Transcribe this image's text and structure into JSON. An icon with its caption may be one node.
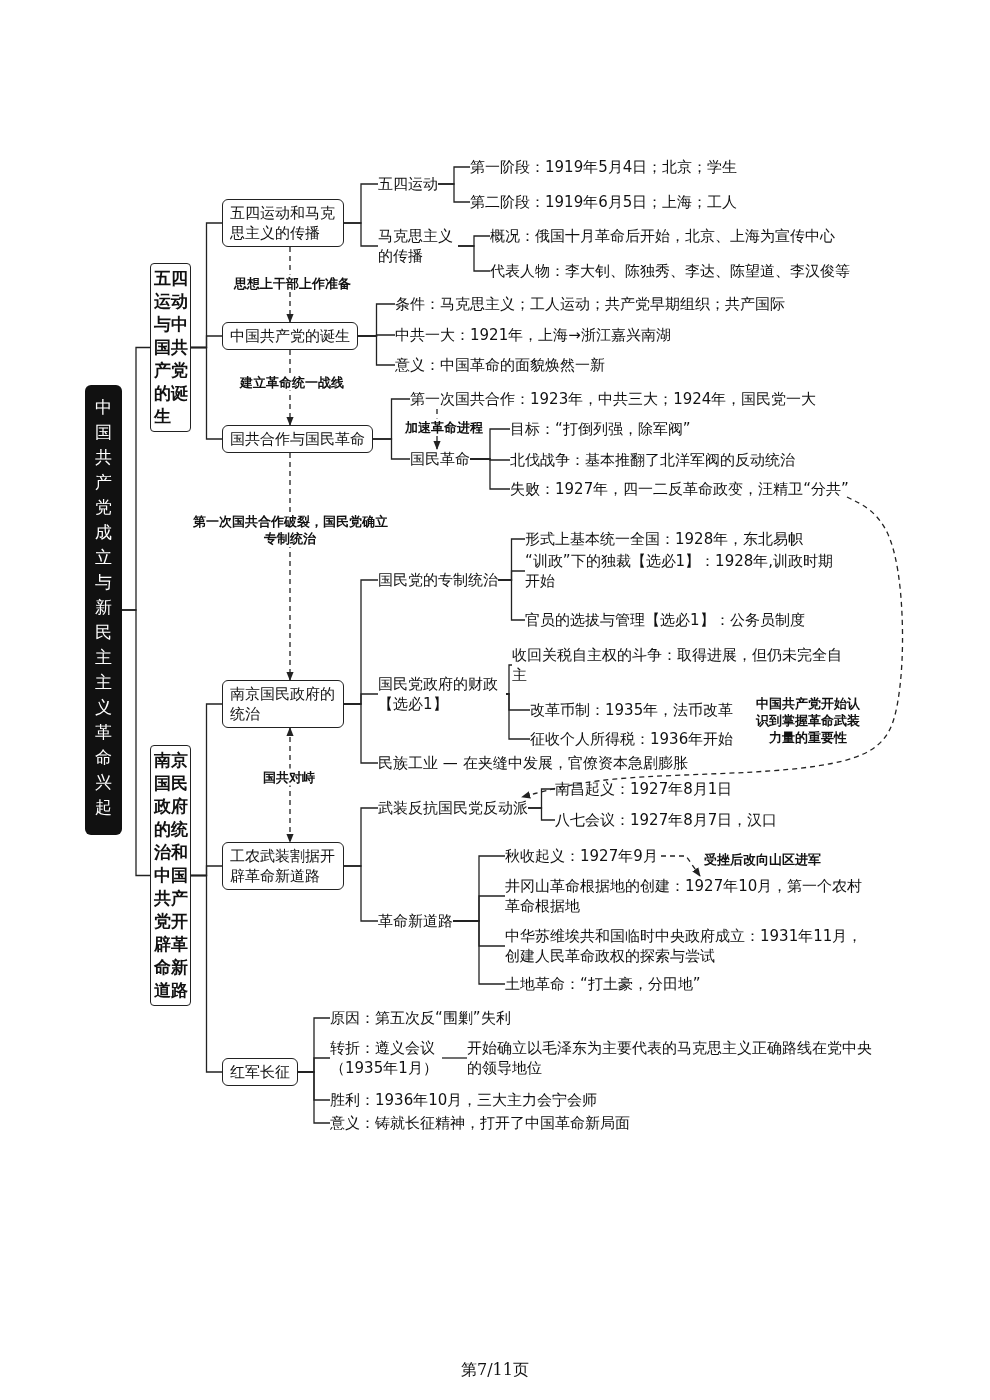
{
  "diagram": {
    "nodes": [
      {
        "text": [
          "中国共产党成立与新民主主义革命兴起"
        ]
      },
      {
        "text": [
          "五四运动与中国共产党的诞生"
        ]
      },
      {
        "text": [
          "五四运动和马克思主义的传播"
        ]
      },
      {
        "text": [
          "五四运动"
        ]
      },
      {
        "text": [
          "第一阶段：1919年5月4日；北京；学生"
        ]
      },
      {
        "text": [
          "第二阶段：1919年6月5日；上海；工人"
        ]
      },
      {
        "text": [
          "马克思主义的传播"
        ]
      },
      {
        "text": [
          "概况：俄国十月革命后开始，北京、上海为宣传中心"
        ]
      },
      {
        "text": [
          "代表人物：李大钊、陈独秀、李达、陈望道、李汉俊等"
        ]
      },
      {
        "text": [
          "中国共产党的诞生"
        ]
      },
      {
        "text": [
          "条件：马克思主义；工人运动；共产党早期组织；共产国际"
        ]
      },
      {
        "text": [
          "中共一大：1921年，上海→浙江嘉兴南湖"
        ]
      },
      {
        "text": [
          "意义：中国革命的面貌焕然一新"
        ]
      },
      {
        "text": [
          "国共合作与国民革命"
        ]
      },
      {
        "text": [
          "第一次国共合作：1923年，中共三大；1924年，国民党一大"
        ]
      },
      {
        "text": [
          "国民革命"
        ]
      },
      {
        "text": [
          "目标：“打倒列强，除军阀”"
        ]
      },
      {
        "text": [
          "北伐战争：基本推翻了北洋军阀的反动统治"
        ]
      },
      {
        "text": [
          "失败：1927年，四一二反革命政变，汪精卫“分共”"
        ]
      },
      {
        "text": [
          "南京国民政府的统治和中国共产党开辟革命新道路"
        ]
      },
      {
        "text": [
          "南京国民政府的统治"
        ]
      },
      {
        "text": [
          "国民党的专制统治"
        ]
      },
      {
        "text": [
          "形式上基本统一全国：1928年，东北易帜"
        ]
      },
      {
        "text": [
          "“训政”下的独裁【选必1】：1928年,训政时期开始"
        ]
      },
      {
        "text": [
          "官员的选拔与管理【选必1】：公务员制度"
        ]
      },
      {
        "text": [
          "国民党政府的财政【选必1】"
        ]
      },
      {
        "text": [
          "收回关税自主权的斗争：取得进展，但仍未完全自主"
        ]
      },
      {
        "text": [
          "改革币制：1935年，法币改革"
        ]
      },
      {
        "text": [
          "征收个人所得税：1936年开始"
        ]
      },
      {
        "text": [
          "民族工业 — 在夹缝中发展，官僚资本急剧膨胀"
        ]
      },
      {
        "text": [
          "工农武装割据开辟革命新道路"
        ]
      },
      {
        "text": [
          "武装反抗国民党反动派"
        ]
      },
      {
        "text": [
          "南昌起义：1927年8月1日"
        ]
      },
      {
        "text": [
          "八七会议：1927年8月7日，汉口"
        ]
      },
      {
        "text": [
          "革命新道路"
        ]
      },
      {
        "text": [
          "秋收起义：1927年9月"
        ]
      },
      {
        "text": [
          "井冈山革命根据地的创建：1927年10月，第一个农村革命根据地"
        ]
      },
      {
        "text": [
          "中华苏维埃共和国临时中央政府成立：1931年11月，创建人民革命政权的探索与尝试"
        ]
      },
      {
        "text": [
          "土地革命：“打土豪，分田地”"
        ]
      },
      {
        "text": [
          "红军长征"
        ]
      },
      {
        "text": [
          "原因：第五次反“围剿”失利"
        ]
      },
      {
        "text": [
          "转折：遵义会议（1935年1月）"
        ]
      },
      {
        "text": [
          "开始确立以毛泽东为主要代表的马克思主义正确路线在党中央的领导地位"
        ]
      },
      {
        "text": [
          "胜利：1936年10月，三大主力会宁会师"
        ]
      },
      {
        "text": [
          "意义：铸就长征精神，打开了中国革命新局面"
        ]
      }
    ],
    "edges": [
      {
        "from": 0,
        "to": 1,
        "arrow": "none"
      },
      {
        "from": 0,
        "to": 19,
        "arrow": "none"
      },
      {
        "from": 1,
        "to": 2,
        "arrow": "none"
      },
      {
        "from": 1,
        "to": 9,
        "arrow": "none"
      },
      {
        "from": 1,
        "to": 13,
        "arrow": "none"
      },
      {
        "from": 2,
        "to": 3,
        "arrow": "none"
      },
      {
        "from": 2,
        "to": 6,
        "arrow": "none"
      },
      {
        "from": 3,
        "to": 4,
        "arrow": "none"
      },
      {
        "from": 3,
        "to": 5,
        "arrow": "none"
      },
      {
        "from": 6,
        "to": 7,
        "arrow": "none"
      },
      {
        "from": 6,
        "to": 8,
        "arrow": "none"
      },
      {
        "from": 9,
        "to": 10,
        "arrow": "none"
      },
      {
        "from": 9,
        "to": 11,
        "arrow": "none"
      },
      {
        "from": 9,
        "to": 12,
        "arrow": "none"
      },
      {
        "from": 13,
        "to": 14,
        "arrow": "none"
      },
      {
        "from": 13,
        "to": 15,
        "arrow": "none"
      },
      {
        "from": 15,
        "to": 16,
        "arrow": "none"
      },
      {
        "from": 15,
        "to": 17,
        "arrow": "none"
      },
      {
        "from": 15,
        "to": 18,
        "arrow": "none"
      },
      {
        "from": 19,
        "to": 20,
        "arrow": "none"
      },
      {
        "from": 19,
        "to": 30,
        "arrow": "none"
      },
      {
        "from": 19,
        "to": 39,
        "arrow": "none"
      },
      {
        "from": 20,
        "to": 21,
        "arrow": "none"
      },
      {
        "from": 20,
        "to": 25,
        "arrow": "none"
      },
      {
        "from": 20,
        "to": 29,
        "arrow": "none"
      },
      {
        "from": 21,
        "to": 22,
        "arrow": "none"
      },
      {
        "from": 21,
        "to": 23,
        "arrow": "none"
      },
      {
        "from": 21,
        "to": 24,
        "arrow": "none"
      },
      {
        "from": 25,
        "to": 26,
        "arrow": "none"
      },
      {
        "from": 25,
        "to": 27,
        "arrow": "none"
      },
      {
        "from": 25,
        "to": 28,
        "arrow": "none"
      },
      {
        "from": 30,
        "to": 31,
        "arrow": "none"
      },
      {
        "from": 30,
        "to": 34,
        "arrow": "none"
      },
      {
        "from": 31,
        "to": 32,
        "arrow": "none"
      },
      {
        "from": 31,
        "to": 33,
        "arrow": "none"
      },
      {
        "from": 34,
        "to": 35,
        "arrow": "none"
      },
      {
        "from": 34,
        "to": 36,
        "arrow": "none"
      },
      {
        "from": 34,
        "to": 37,
        "arrow": "none"
      },
      {
        "from": 34,
        "to": 38,
        "arrow": "none"
      },
      {
        "from": 39,
        "to": 40,
        "arrow": "none"
      },
      {
        "from": 39,
        "to": 41,
        "arrow": "none"
      },
      {
        "from": 39,
        "to": 43,
        "arrow": "none"
      },
      {
        "from": 39,
        "to": 44,
        "arrow": "none"
      },
      {
        "from": 41,
        "to": 42,
        "arrow": "none"
      },
      {
        "from": 2,
        "to": 9,
        "arrow": "to",
        "style": "dashed",
        "label": "思想上干部上作准备"
      },
      {
        "from": 9,
        "to": 13,
        "arrow": "to",
        "style": "dashed",
        "label": "建立革命统一战线"
      },
      {
        "from": 13,
        "to": 20,
        "arrow": "to",
        "style": "dashed",
        "label": "第一次国共合作破裂，国民党确立专制统治"
      },
      {
        "from": 20,
        "to": 30,
        "arrow": "both",
        "style": "dashed",
        "label": "国共对峙"
      },
      {
        "from": 14,
        "to": 15,
        "arrow": "to",
        "style": "dashed",
        "label": "加速革命进程"
      },
      {
        "from": 18,
        "to": 31,
        "arrow": "to",
        "style": "dashed",
        "label": "中国共产党开始认识到掌握革命武装力量的重要性"
      },
      {
        "from": 35,
        "to": 36,
        "arrow": "to",
        "style": "dashed",
        "label": "受挫后改向山区进军"
      }
    ],
    "labels": [
      "第7/11页"
    ]
  }
}
